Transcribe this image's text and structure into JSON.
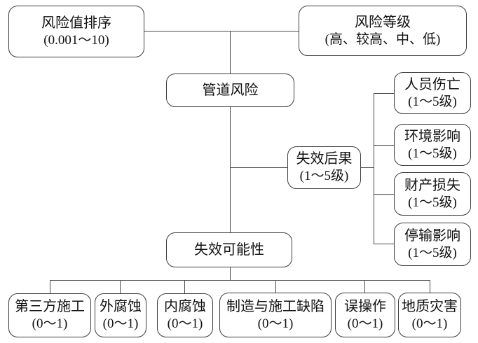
{
  "diagram": {
    "name": "pipeline-risk-assessment-flowchart",
    "accent_color": "#3c3c3c",
    "background_color": "#ffffff",
    "nodes": {
      "risk_ranking": {
        "title": "风险值排序",
        "sub": "(0.001～10)"
      },
      "risk_level": {
        "title": "风险等级",
        "sub": "(高、较高、中、低)"
      },
      "pipeline_risk": {
        "title": "管道风险"
      },
      "failure_consequence": {
        "title": "失效后果",
        "sub": "(1～5级)"
      },
      "casualty": {
        "title": "人员伤亡",
        "sub": "(1～5级)"
      },
      "environmental_impact": {
        "title": "环境影响",
        "sub": "(1～5级)"
      },
      "property_loss": {
        "title": "财产损失",
        "sub": "(1～5级)"
      },
      "shutdown_impact": {
        "title": "停输影响",
        "sub": "(1～5级)"
      },
      "failure_probability": {
        "title": "失效可能性"
      },
      "third_party_construction": {
        "title": "第三方施工",
        "sub": "(0～1)"
      },
      "external_corrosion": {
        "title": "外腐蚀",
        "sub": "(0～1)"
      },
      "internal_corrosion": {
        "title": "内腐蚀",
        "sub": "(0～1)"
      },
      "manufacturing_construction_defects": {
        "title": "制造与施工缺陷",
        "sub": "(0～1)"
      },
      "misoperation": {
        "title": "误操作",
        "sub": "(0～1)"
      },
      "geological_hazard": {
        "title": "地质灾害",
        "sub": "(0～1)"
      }
    }
  }
}
